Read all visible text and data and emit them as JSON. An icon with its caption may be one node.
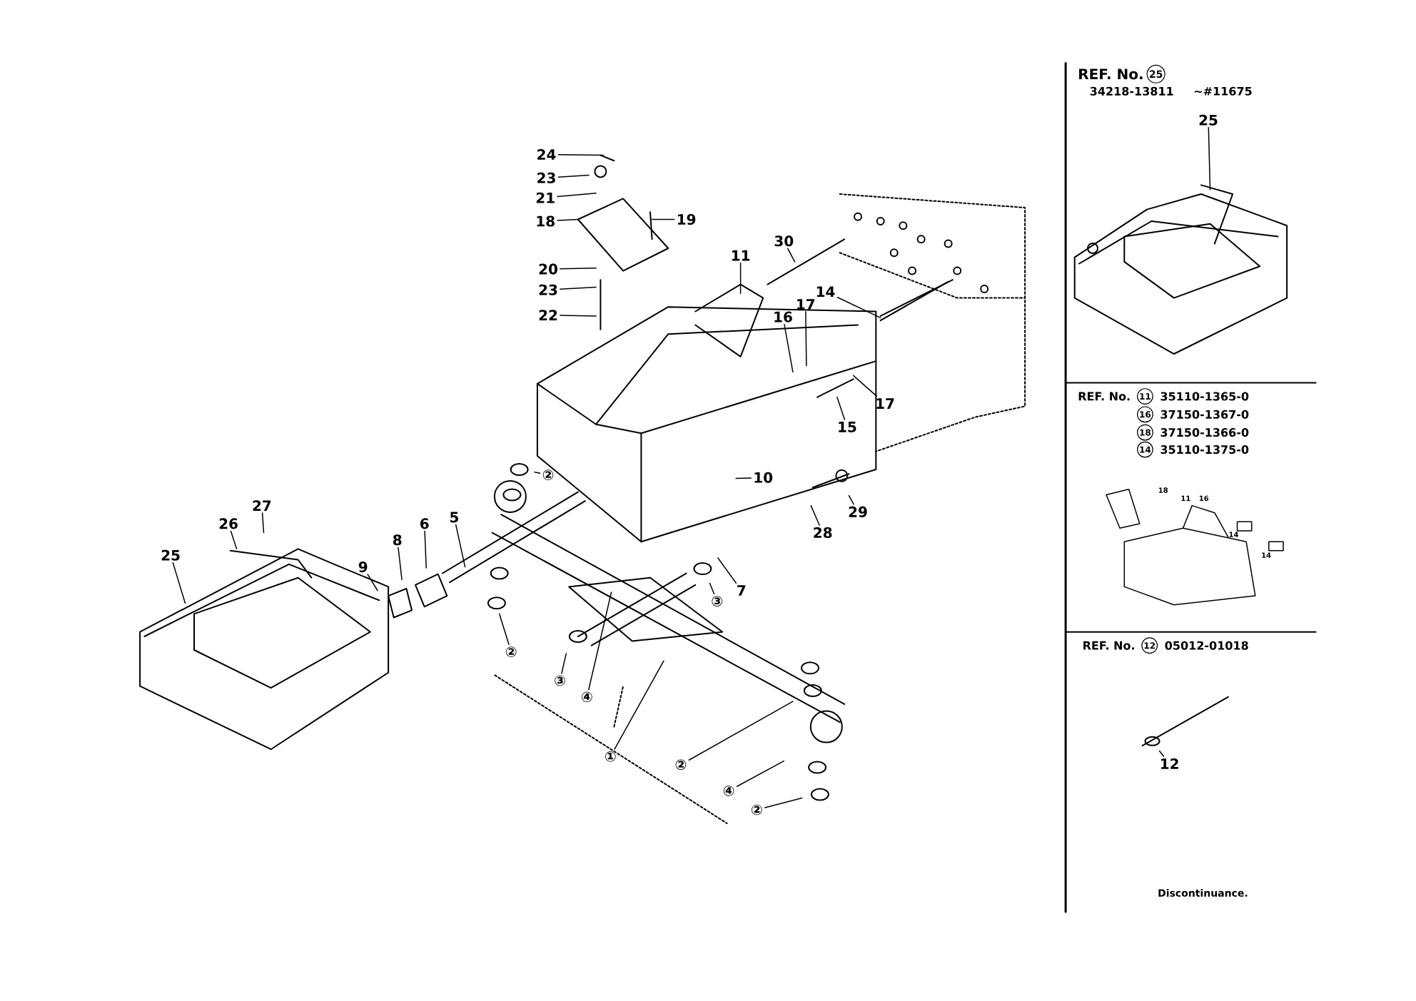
{
  "diagram": {
    "nodes": [
      {
        "text": [
          "24"
        ]
      },
      {
        "text": [
          "23"
        ]
      },
      {
        "text": [
          "21"
        ]
      },
      {
        "text": [
          "18"
        ]
      },
      {
        "text": [
          "19"
        ]
      },
      {
        "text": [
          "20"
        ]
      },
      {
        "text": [
          "23"
        ]
      },
      {
        "text": [
          "22"
        ]
      },
      {
        "text": [
          "11"
        ]
      },
      {
        "text": [
          "30"
        ]
      },
      {
        "text": [
          "14"
        ]
      },
      {
        "text": [
          "16"
        ]
      },
      {
        "text": [
          "17"
        ]
      },
      {
        "text": [
          "17"
        ]
      },
      {
        "text": [
          "15"
        ]
      },
      {
        "text": [
          "10"
        ]
      },
      {
        "text": [
          "29"
        ]
      },
      {
        "text": [
          "28"
        ]
      },
      {
        "text": [
          "②"
        ]
      },
      {
        "text": [
          "27"
        ]
      },
      {
        "text": [
          "26"
        ]
      },
      {
        "text": [
          "25"
        ]
      },
      {
        "text": [
          "9"
        ]
      },
      {
        "text": [
          "8"
        ]
      },
      {
        "text": [
          "6"
        ]
      },
      {
        "text": [
          "5"
        ]
      },
      {
        "text": [
          "7"
        ]
      },
      {
        "text": [
          "③"
        ]
      },
      {
        "text": [
          "②"
        ]
      },
      {
        "text": [
          "③"
        ]
      },
      {
        "text": [
          "④"
        ]
      },
      {
        "text": [
          "①"
        ]
      },
      {
        "text": [
          "②"
        ]
      },
      {
        "text": [
          "④"
        ]
      },
      {
        "text": [
          "②"
        ]
      },
      {
        "text": [
          "25"
        ]
      },
      {
        "text": [
          "12"
        ]
      }
    ],
    "edges": [
      {
        "from": 0,
        "to": null,
        "arrow": "none"
      },
      {
        "from": 1,
        "to": null,
        "arrow": "none"
      },
      {
        "from": 2,
        "to": null,
        "arrow": "none"
      },
      {
        "from": 3,
        "to": null,
        "arrow": "none"
      },
      {
        "from": 4,
        "to": null,
        "arrow": "none"
      },
      {
        "from": 5,
        "to": null,
        "arrow": "none"
      },
      {
        "from": 6,
        "to": null,
        "arrow": "none"
      },
      {
        "from": 7,
        "to": null,
        "arrow": "none"
      },
      {
        "from": 8,
        "to": null,
        "arrow": "none"
      },
      {
        "from": 9,
        "to": null,
        "arrow": "none"
      },
      {
        "from": 10,
        "to": null,
        "arrow": "none"
      },
      {
        "from": 11,
        "to": null,
        "arrow": "none"
      },
      {
        "from": 12,
        "to": null,
        "arrow": "none"
      },
      {
        "from": 13,
        "to": null,
        "arrow": "none"
      },
      {
        "from": 14,
        "to": null,
        "arrow": "none"
      },
      {
        "from": 15,
        "to": null,
        "arrow": "none"
      },
      {
        "from": 16,
        "to": null,
        "arrow": "none"
      },
      {
        "from": 17,
        "to": null,
        "arrow": "none"
      },
      {
        "from": 18,
        "to": null,
        "arrow": "none"
      },
      {
        "from": 19,
        "to": null,
        "arrow": "none"
      },
      {
        "from": 20,
        "to": null,
        "arrow": "none"
      },
      {
        "from": 21,
        "to": null,
        "arrow": "none"
      },
      {
        "from": 22,
        "to": null,
        "arrow": "none"
      },
      {
        "from": 23,
        "to": null,
        "arrow": "none"
      },
      {
        "from": 24,
        "to": null,
        "arrow": "none"
      },
      {
        "from": 25,
        "to": null,
        "arrow": "none"
      },
      {
        "from": 26,
        "to": null,
        "arrow": "none"
      },
      {
        "from": 27,
        "to": null,
        "arrow": "none"
      },
      {
        "from": 28,
        "to": null,
        "arrow": "none"
      },
      {
        "from": 29,
        "to": null,
        "arrow": "none"
      },
      {
        "from": 30,
        "to": null,
        "arrow": "none"
      },
      {
        "from": 31,
        "to": null,
        "arrow": "none"
      },
      {
        "from": 32,
        "to": null,
        "arrow": "none"
      },
      {
        "from": 33,
        "to": null,
        "arrow": "none"
      },
      {
        "from": 34,
        "to": null,
        "arrow": "none"
      },
      {
        "from": 35,
        "to": null,
        "arrow": "none"
      },
      {
        "from": 36,
        "to": null,
        "arrow": "none"
      }
    ],
    "labels": [
      "REF. No.",
      "25",
      "34218-13811",
      "~#11675",
      "REF. No.",
      "11",
      "35110-1365-0",
      "16",
      "37150-1367-0",
      "18",
      "37150-1366-0",
      "14",
      "35110-1375-0",
      "18",
      "11",
      "16",
      "14",
      "14",
      "REF. No.",
      "12",
      "05012-01018",
      "Discontinuance."
    ]
  }
}
